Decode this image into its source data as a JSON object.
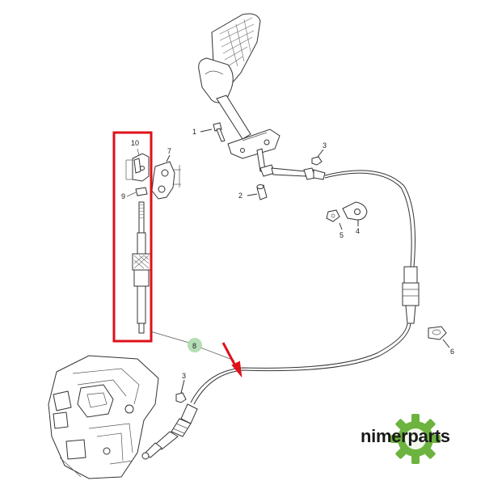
{
  "callouts": [
    {
      "id": "label-1",
      "text": "1"
    },
    {
      "id": "label-2",
      "text": "2"
    },
    {
      "id": "label-3-top",
      "text": "3"
    },
    {
      "id": "label-4",
      "text": "4"
    },
    {
      "id": "label-5",
      "text": "5"
    },
    {
      "id": "label-6",
      "text": "6"
    },
    {
      "id": "label-7",
      "text": "7"
    },
    {
      "id": "label-8",
      "text": "8"
    },
    {
      "id": "label-9",
      "text": "9"
    },
    {
      "id": "label-10",
      "text": "10"
    },
    {
      "id": "label-3-bottom",
      "text": "3"
    }
  ],
  "brand": {
    "name": "nimerparts",
    "gear_color": "#6db33f",
    "text_color": "#1a1a1a"
  },
  "colors": {
    "highlight_box": "#e0101a",
    "arrow": "#e0101a",
    "marker_dot": "#a8d8a8"
  }
}
